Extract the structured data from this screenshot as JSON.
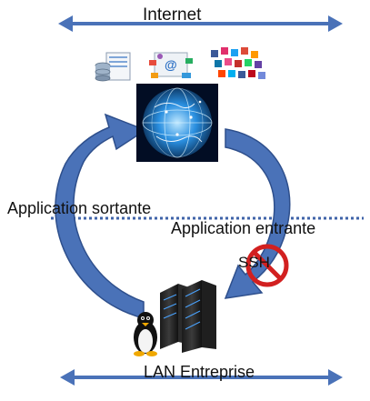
{
  "diagram": {
    "top_label": "Internet",
    "outbound_label": "Application sortante",
    "inbound_label": "Application entrante",
    "blocked_protocol_label": "SSH",
    "bottom_label": "LAN Entreprise",
    "icons": {
      "database": "database-document-icon",
      "email": "email-contacts-icon",
      "social": "social-media-icons-cluster",
      "globe": "internet-globe-icon",
      "servers": "server-rack-icon",
      "linux": "linux-penguin-icon",
      "block": "prohibited-sign-icon"
    },
    "colors": {
      "arrow_blue": "#4a72b8",
      "arrow_dark": "#2e4f8c",
      "divider": "#3f63a8",
      "block_red": "#d22020"
    }
  }
}
